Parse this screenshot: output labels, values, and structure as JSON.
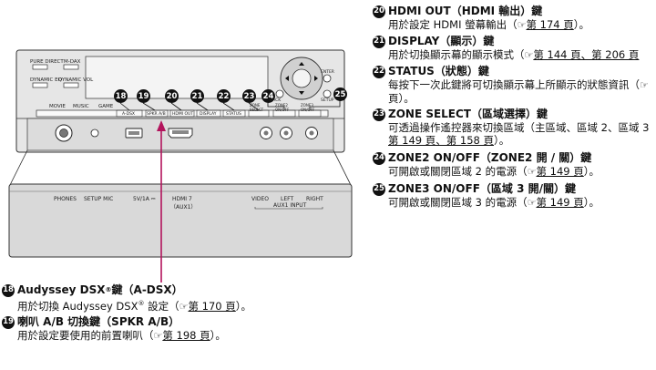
{
  "right_entries": [
    {
      "num": "20",
      "title": "HDMI OUT（HDMI 輸出）鍵",
      "lines": [
        [
          "用於設定 HDMI 螢幕輸出（",
          "第 174 頁",
          "）。"
        ]
      ]
    },
    {
      "num": "21",
      "title": "DISPLAY（顯示）鍵",
      "lines": [
        [
          "用於切換顯示幕的顯示模式（",
          "第 144 頁、第 206 頁",
          ""
        ]
      ]
    },
    {
      "num": "22",
      "title": "STATUS（狀態）鍵",
      "lines": [
        [
          "每按下一次此鍵將可切換顯示幕上所顯示的狀態資訊（",
          "",
          " "
        ],
        [
          "頁）。",
          "",
          ""
        ]
      ]
    },
    {
      "num": "23",
      "title": "ZONE SELECT（區域選擇）鍵",
      "lines": [
        [
          "可透過操作遙控器來切換區域（主區域、區域 2、區域 3",
          "",
          ""
        ],
        [
          "",
          "第 149 頁、第 158 頁",
          "）。"
        ]
      ]
    },
    {
      "num": "24",
      "title": "ZONE2 ON/OFF（ZONE2 開 / 關）鍵",
      "lines": [
        [
          "可開啟或關閉區域 2 的電源（",
          "第 149 頁",
          "）。"
        ]
      ]
    },
    {
      "num": "25",
      "title": "ZONE3 ON/OFF（區域 3 開/關）鍵",
      "lines": [
        [
          "可開啟或關閉區域 3 的電源（",
          "第 149 頁",
          "）。"
        ]
      ]
    }
  ],
  "left_entries": [
    {
      "num": "18",
      "title": "Audyssey DSX",
      "sup": "®",
      "title_end": " 鍵（A-DSX）",
      "desc_a": "用於切換 Audyssey DSX",
      "desc_sup": "®",
      "desc_b": " 設定（",
      "ref": "第 170 頁",
      "desc_c": "）。"
    },
    {
      "num": "19",
      "title": "喇叭 A/B 切換鍵（SPKR A/B）",
      "desc_a": "用於設定要使用的前置喇叭（",
      "ref": "第 198 頁",
      "desc_c": "）。"
    }
  ],
  "diagram": {
    "callouts": [
      "18",
      "19",
      "20",
      "21",
      "22",
      "23",
      "24",
      "25"
    ],
    "top_buttons": [
      {
        "label": "PURE DIRECT"
      },
      {
        "label": "M-DAX"
      },
      {
        "label": "DYNAMIC EQ"
      },
      {
        "label": "DYNAMIC VOL"
      }
    ],
    "strip_labels": [
      "MOVIE",
      "MUSIC",
      "GAME",
      "A-DSX",
      "SPKR A/B",
      "HDMI OUT",
      "DISPLAY",
      "STATUS",
      "ZONE SELECT",
      "ZONE2 ON/OFF",
      "ZONE3 ON/OFF"
    ],
    "panel_labels": {
      "phones": "PHONES",
      "setup_mic": "SETUP MIC",
      "usb": "5V/1A ⎓",
      "hdmi": "HDMI 7",
      "hdmi_sub": "（AUX1）",
      "video": "VIDEO",
      "left": "LEFT",
      "right": "RIGHT",
      "aux": "AUX1 INPUT"
    },
    "nav_labels": {
      "back": "BACK",
      "enter": "ENTER",
      "setup": "SETUP"
    }
  },
  "colors": {
    "arrow": "#b3135c",
    "panel": "#d9d9d9",
    "panel_dark": "#bdbdbd"
  }
}
